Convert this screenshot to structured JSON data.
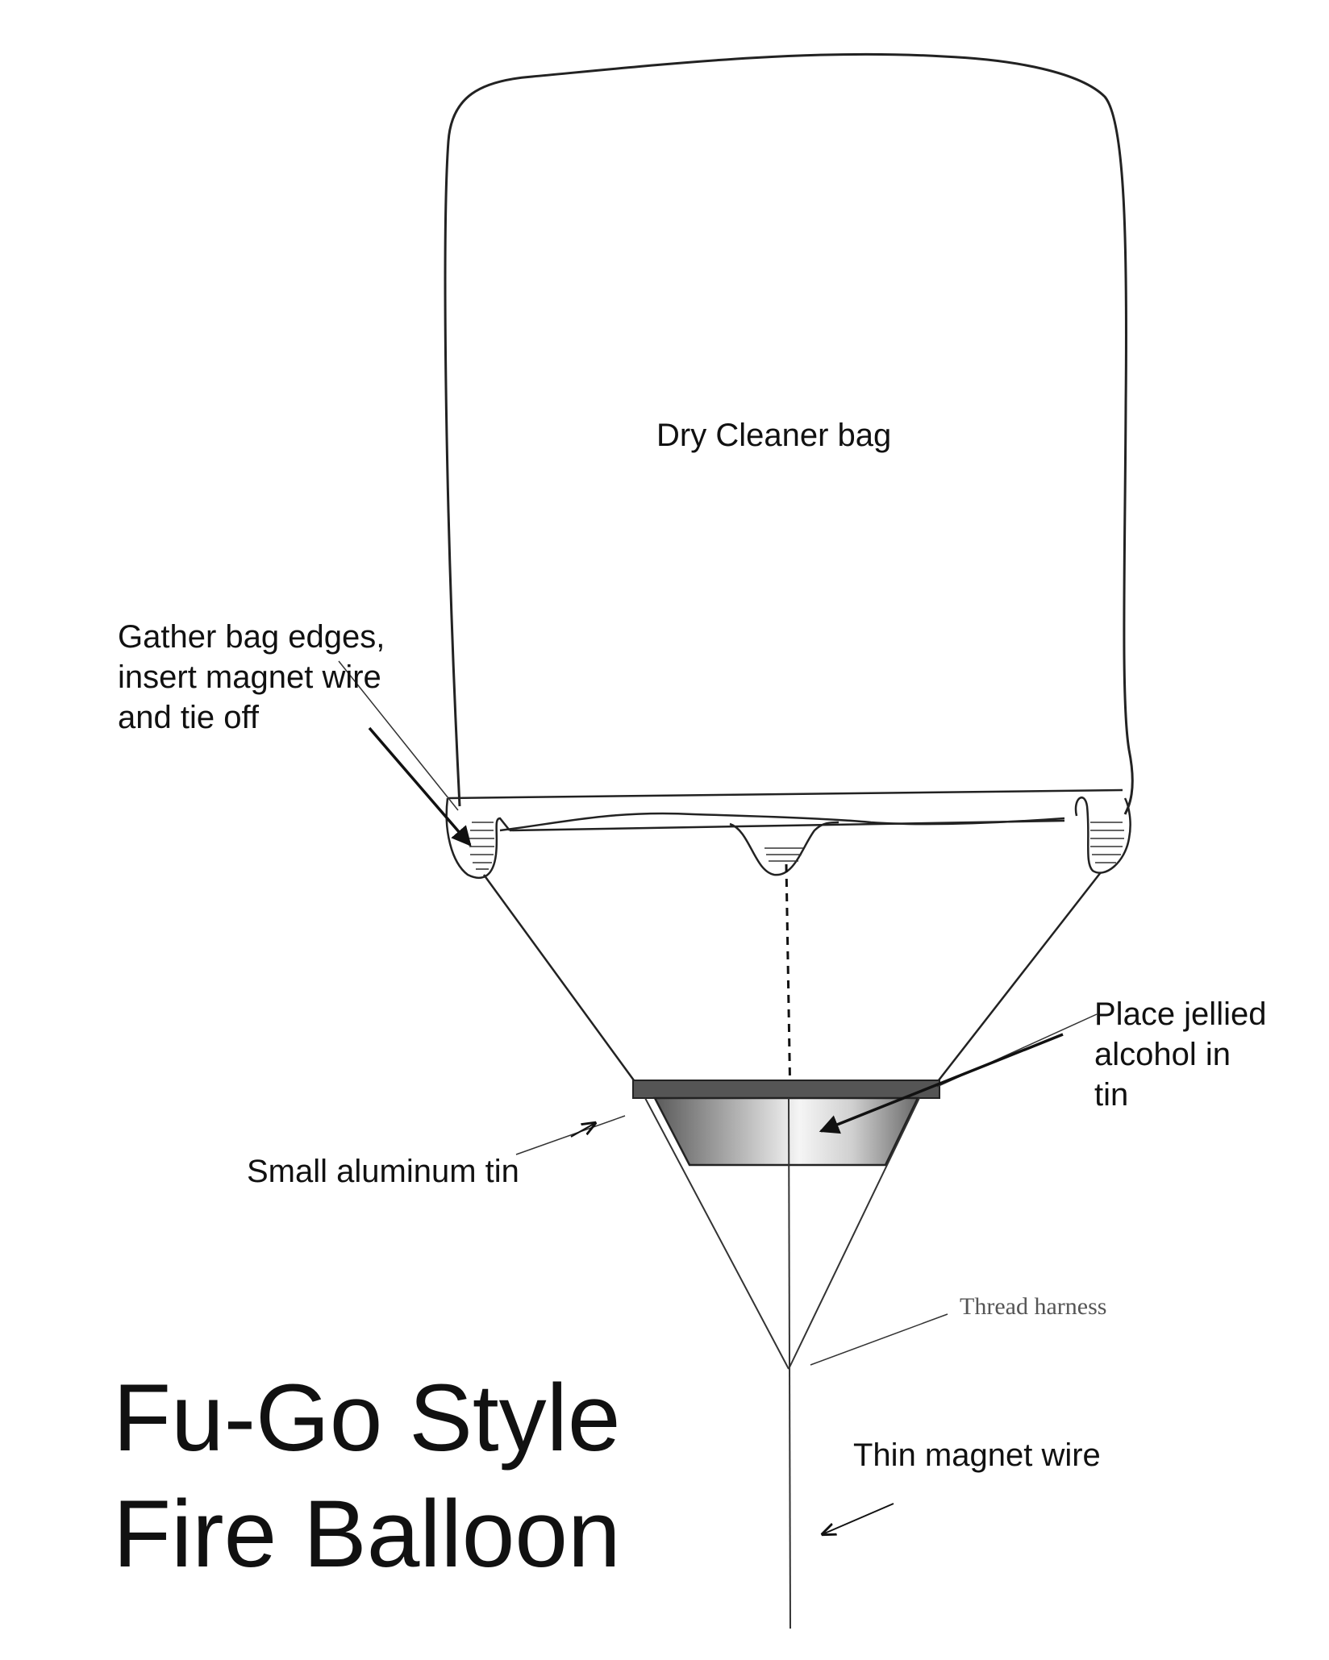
{
  "labels": {
    "bag": "Dry Cleaner bag",
    "gather": [
      "Gather bag edges,",
      "insert magnet wire",
      "and tie off"
    ],
    "jellied": [
      "Place jellied",
      "alcohol in",
      "tin"
    ],
    "tin": "Small aluminum tin",
    "harness": "Thread harness",
    "wire": "Thin magnet wire"
  },
  "title": [
    "Fu-Go Style",
    "Fire Balloon"
  ],
  "colors": {
    "ink": "#111111",
    "tin_dark": "#555555",
    "tin_light": "#f2f2f2",
    "serif_label": "#555555"
  }
}
